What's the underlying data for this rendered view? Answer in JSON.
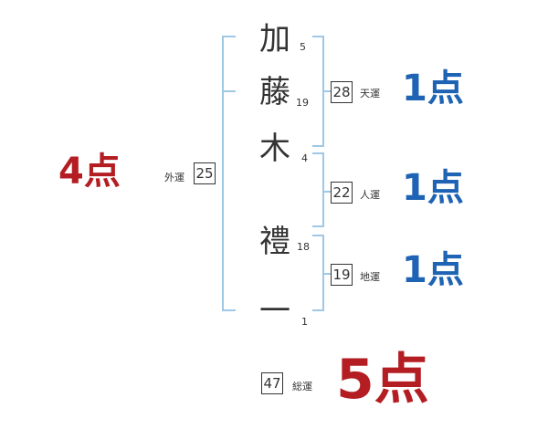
{
  "name_characters": [
    {
      "char": "加",
      "strokes": "5"
    },
    {
      "char": "藤",
      "strokes": "19"
    },
    {
      "char": "木",
      "strokes": "4"
    },
    {
      "char": "禮",
      "strokes": "18"
    },
    {
      "char": "一",
      "strokes": "1"
    }
  ],
  "fortunes": {
    "tenkaku": {
      "label": "天運",
      "value": "28",
      "score": "1点"
    },
    "jinkaku": {
      "label": "人運",
      "value": "22",
      "score": "1点"
    },
    "chikaku": {
      "label": "地運",
      "value": "19",
      "score": "1点"
    },
    "gaikaku": {
      "label": "外運",
      "value": "25",
      "score": "4点"
    },
    "soukaku": {
      "label": "総運",
      "value": "47",
      "score": "5点"
    }
  },
  "colors": {
    "bracket": "#9fc7e6",
    "score_good": "#1e63b4",
    "score_highlight": "#b41e23"
  }
}
